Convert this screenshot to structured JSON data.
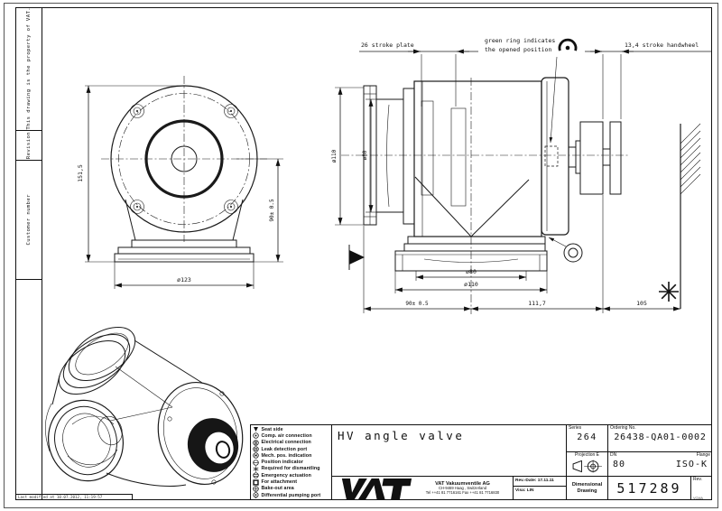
{
  "sheet": {
    "stamp": "Last modified at 10.07.2012, 11:19:57",
    "corner_stamp": "VCMA"
  },
  "side_strip": {
    "property_note": "This drawing is the property of VAT.",
    "revision": "Revision",
    "customer": "Customer number"
  },
  "annotations": {
    "stroke_plate": "26 stroke plate",
    "green_ring_1": "green ring indicates",
    "green_ring_2": "the opened position",
    "stroke_handwheel": "13,4 stroke handwheel"
  },
  "dims": {
    "front_height": "151,5",
    "front_half": "90± 0.5",
    "front_dia": "ø123",
    "side_dia_outer": "ø110",
    "side_dia_inner": "ø80",
    "bottom_dia_inner": "ø80",
    "bottom_dia_outer": "ø110",
    "bottom_left": "90± 0.5",
    "bottom_mid": "111,7",
    "bottom_right": "105"
  },
  "legend": {
    "items": [
      {
        "icon": "seat-side",
        "label": "Seat side"
      },
      {
        "icon": "comp-air",
        "label": "Comp. air connection"
      },
      {
        "icon": "electrical",
        "label": "Electrical connection"
      },
      {
        "icon": "leak-detection",
        "label": "Leak detection port"
      },
      {
        "icon": "mech-pos",
        "label": "Mech. pos. indication"
      },
      {
        "icon": "position-indicator",
        "label": "Position indicator"
      },
      {
        "icon": "dismantling",
        "label": "Required for dismantling"
      },
      {
        "icon": "emergency",
        "label": "Emergency actuation"
      },
      {
        "icon": "attachment",
        "label": "For attachment"
      },
      {
        "icon": "bake-out",
        "label": "Bake-out area"
      },
      {
        "icon": "diff-pumping",
        "label": "Differential pumping port"
      }
    ]
  },
  "title_block": {
    "title": "HV angle valve",
    "series_label": "Series",
    "series_value": "264",
    "ordering_label": "Ordering No.",
    "ordering_value": "26438-QA01-0002",
    "projection_label": "Projection E",
    "dn_label": "DN",
    "dn_value": "80",
    "flange_label": "Flange",
    "flange_value": "ISO-K",
    "company": "VAT Vakuumventile AG",
    "address": "CH-9469 Haag , Switzerland",
    "phone": "Tel ++41 81 7716161 Fax ++41 81 7716830",
    "rev_date": "Rev.-Date: 17.11.11",
    "visa": "Visa: LIN",
    "doc_type_1": "Dimensional",
    "doc_type_2": "Drawing",
    "drawing_number": "517289",
    "rev_label": "Rev."
  }
}
